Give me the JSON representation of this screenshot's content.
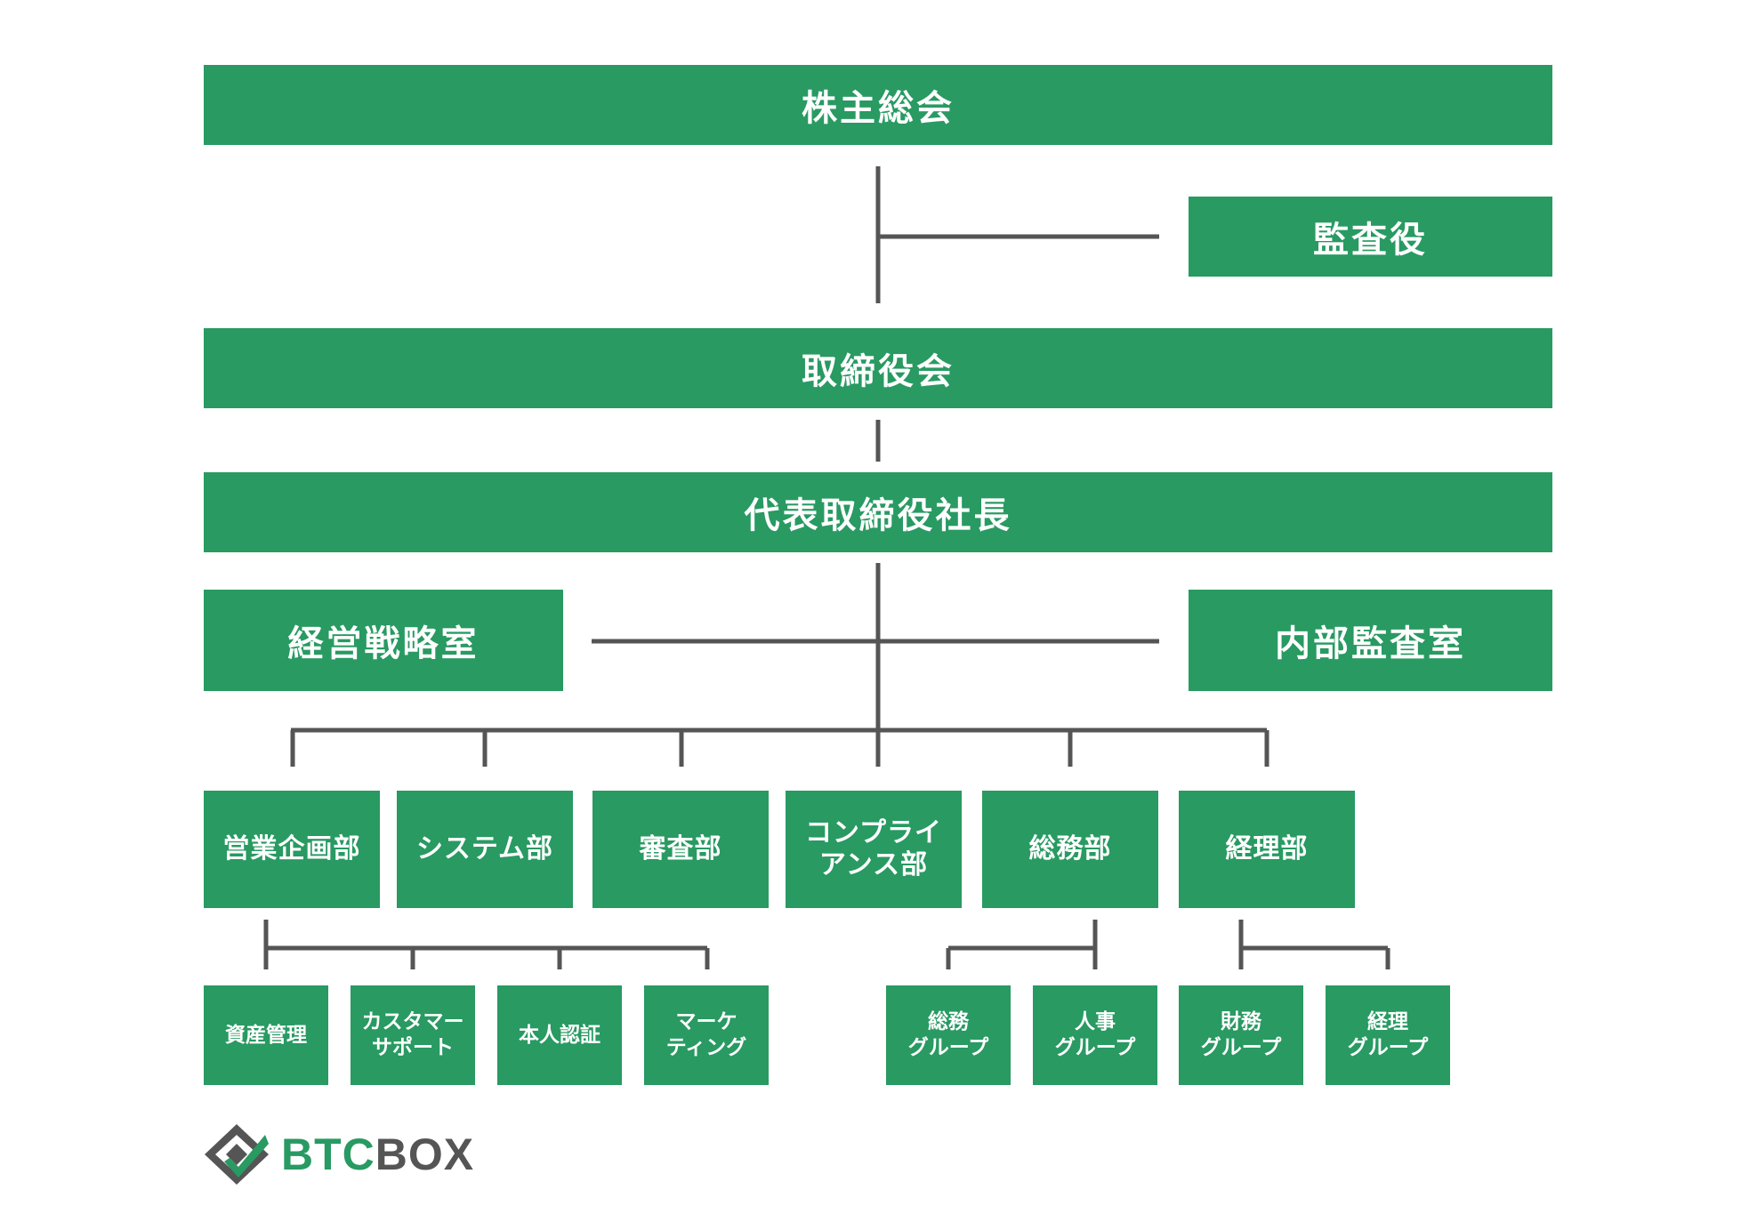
{
  "org": {
    "shareholders_meeting": "株主総会",
    "auditor": "監査役",
    "board_of_directors": "取締役会",
    "president": "代表取締役社長",
    "strategy_office": "経営戦略室",
    "internal_audit_office": "内部監査室",
    "departments": [
      "営業企画部",
      "システム部",
      "審査部",
      "コンプライ\nアンス部",
      "総務部",
      "経理部"
    ],
    "sales_planning_groups": [
      "資産管理",
      "カスタマー\nサポート",
      "本人認証",
      "マーケ\nティング"
    ],
    "general_affairs_groups": [
      "総務\nグループ",
      "人事\nグループ"
    ],
    "accounting_groups": [
      "財務\nグループ",
      "経理\nグループ"
    ]
  },
  "logo": {
    "text_green": "BTC",
    "text_gray": "BOX"
  },
  "colors": {
    "box_green": "#289a62",
    "line_gray": "#555555",
    "text_white": "#ffffff"
  }
}
